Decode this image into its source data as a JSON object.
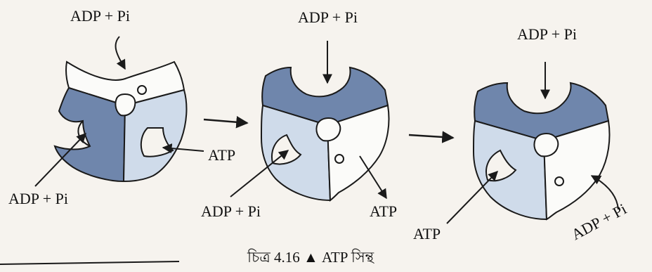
{
  "labels": {
    "s1_top": "ADP + Pi",
    "s1_left": "ADP + Pi",
    "s1_right": "ATP",
    "s2_top": "ADP + Pi",
    "s2_left": "ADP + Pi",
    "s2_out": "ATP",
    "s3_top": "ADP + Pi",
    "s3_left": "ATP",
    "s3_right": "ADP + Pi"
  },
  "caption": "চিত্র 4.16 ▲ ATP সিন্থ",
  "colors": {
    "dark_subunit": "#6f86ac",
    "light_subunit": "#cfdbea",
    "white_subunit": "#fbfbf9",
    "ink": "#1a1a1a"
  }
}
